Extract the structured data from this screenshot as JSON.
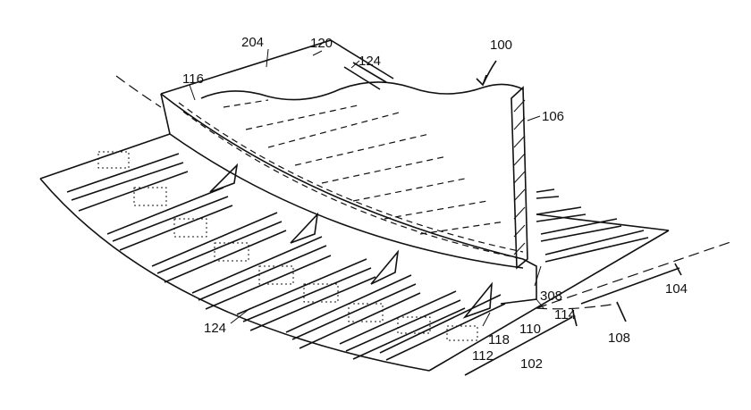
{
  "figure": {
    "reference_numerals": {
      "r100": "100",
      "r102": "102",
      "r104": "104",
      "r106": "106",
      "r108": "108",
      "r110": "110",
      "r112": "112",
      "r114": "114",
      "r116": "116",
      "r118": "118",
      "r120": "120",
      "r124a": "124",
      "r124b": "124",
      "r204": "204",
      "r308": "308"
    },
    "colors": {
      "ink": "#111111",
      "paper": "#ffffff"
    }
  }
}
